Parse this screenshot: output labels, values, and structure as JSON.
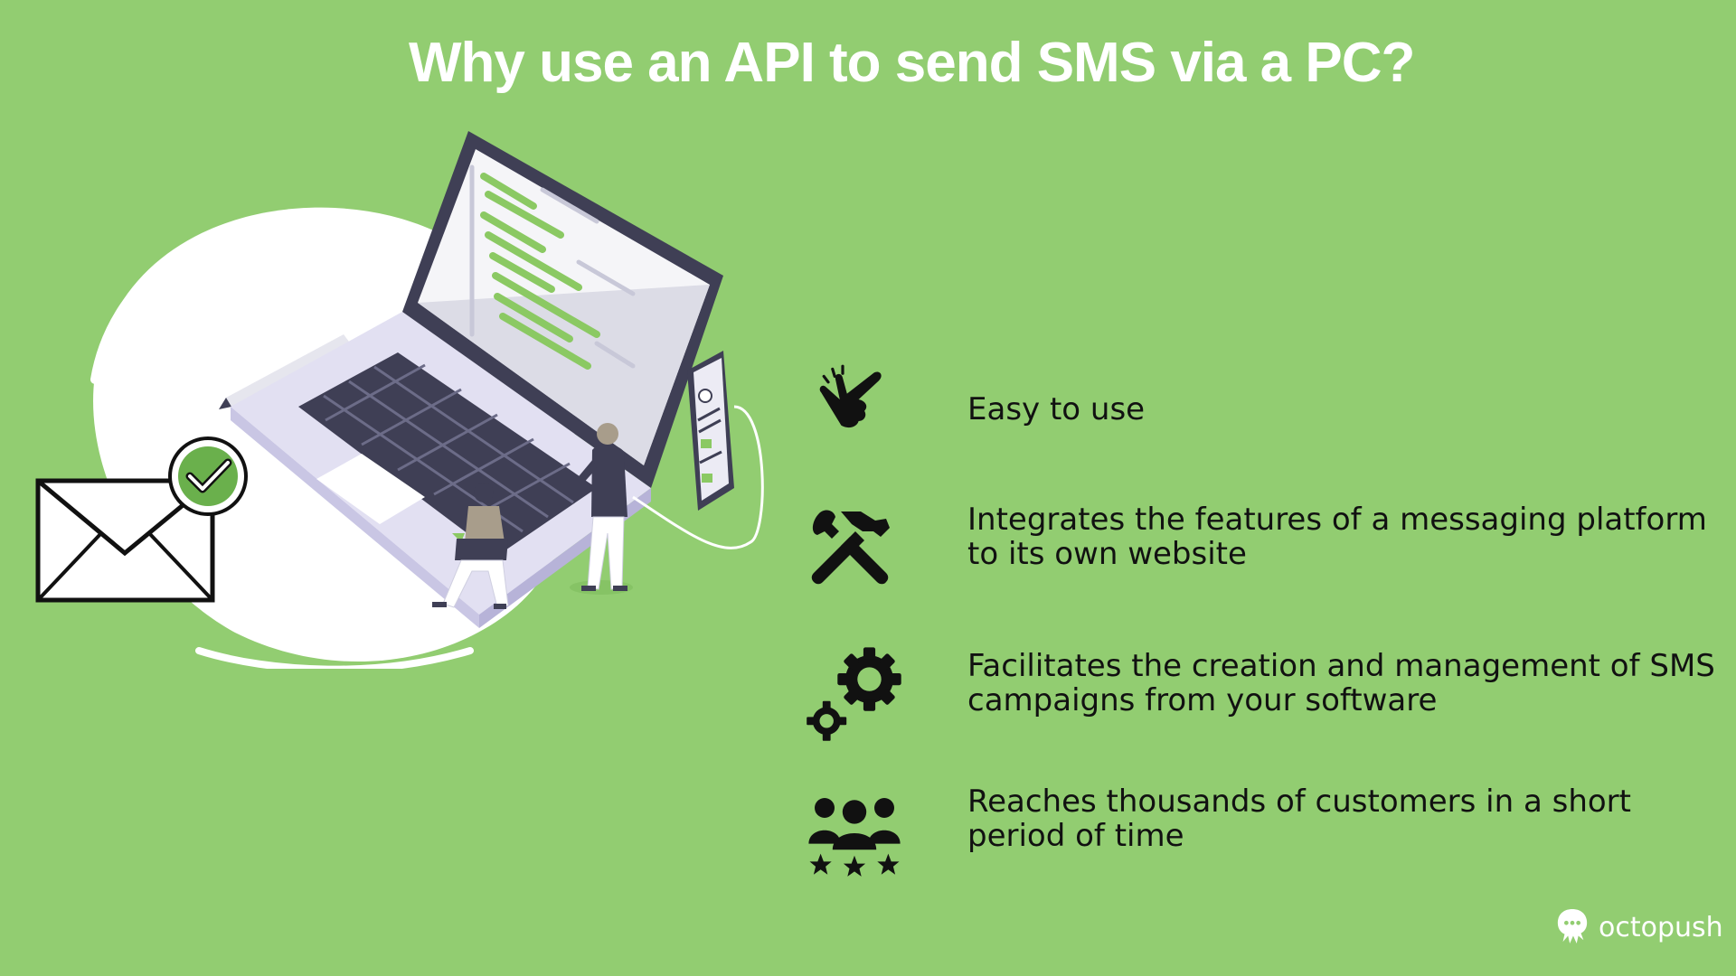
{
  "title": "Why use an API to send SMS via a PC?",
  "features": [
    {
      "text": "Easy to use",
      "icon": "pointing-hand-icon"
    },
    {
      "text": "Integrates the features of a messaging platform to its own website",
      "icon": "tools-icon"
    },
    {
      "text": "Facilitates the creation and management of SMS campaigns from your software",
      "icon": "gears-icon"
    },
    {
      "text": "Reaches thousands of customers in a short period of time",
      "icon": "customers-stars-icon"
    }
  ],
  "brand": {
    "name": "octopush",
    "icon": "octopus-logo-icon"
  },
  "illustration": {
    "icons": [
      "laptop-icon",
      "envelope-icon",
      "check-icon",
      "smartphone-icon",
      "person-icon"
    ]
  },
  "colors": {
    "background": "#92cd71",
    "accent_green": "#6ab04c",
    "dark": "#3f3f55",
    "white": "#ffffff",
    "text": "#111111"
  }
}
